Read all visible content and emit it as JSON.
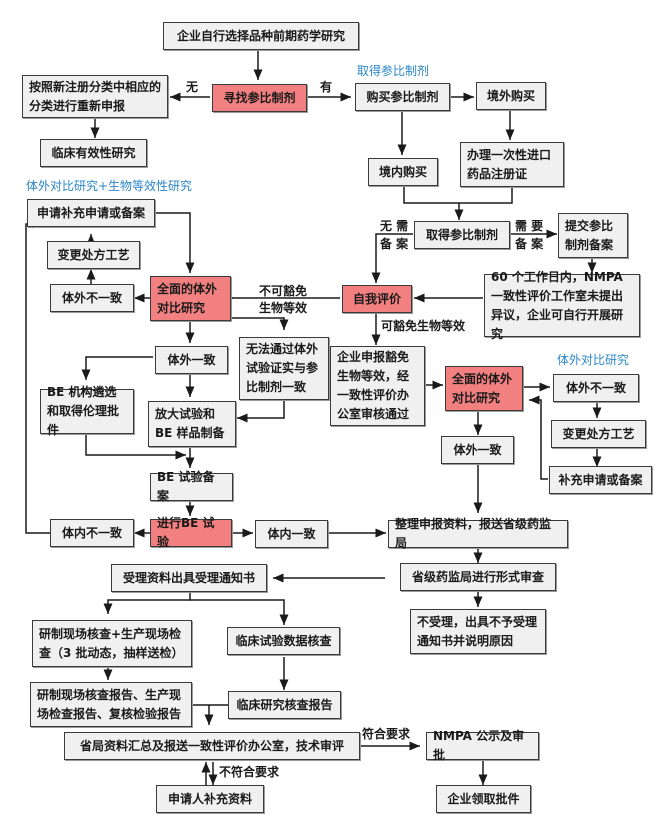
{
  "headings": {
    "get_reference": "取得参比制剂",
    "invitro_be": "体外对比研究+生物等效性研究",
    "invitro_only": "体外对比研究"
  },
  "nodes": {
    "start": "企业自行选择品种前期药学研究",
    "find_ref": "寻找参比制剂",
    "reapply": "按照新注册分类中相应的分类进行重新申报",
    "clinical_eff": "临床有效性研究",
    "buy_ref": "购买参比制剂",
    "buy_abroad": "境外购买",
    "buy_domestic": "境内购买",
    "import_reg": "办理一次性进口药品注册证",
    "obtained_ref": "取得参比制剂",
    "submit_filing": "提交参比制剂备案",
    "nmpa_60": "60 个工作日内，NMPA 一致性评价工作室未提出异议，企业可自行开展研究",
    "self_eval": "自我评价",
    "waiver_approved": "企业申报豁免生物等效，经一致性评价办公室审核通过",
    "full_invitro_right": "全面的体外对比研究",
    "r_inconsistent": "体外不一致",
    "r_change_process": "变更处方工艺",
    "r_supplement": "补充申请或备案",
    "r_consistent": "体外一致",
    "l_supplement": "申请补充申请或备案",
    "l_change_process": "变更处方工艺",
    "l_inconsistent": "体外不一致",
    "full_invitro_left": "全面的体外对比研究",
    "cannot_verify": "无法通过体外试验证实与参比制剂一致",
    "l_consistent": "体外一致",
    "be_select": "BE 机构遴选和取得伦理批件",
    "scale_up": "放大试验和 BE 样品制备",
    "be_filing": "BE 试验备案",
    "conduct_be": "进行BE 试验",
    "invivo_inconsistent": "体内不一致",
    "invivo_consistent": "体内一致",
    "compile": "整理申报资料，报送省级药监局",
    "formal_review": "省级药监局进行形式审查",
    "accept": "受理资料出具受理通知书",
    "reject": "不受理，出具不予受理通知书并说明原因",
    "site_inspection": "研制现场核查+生产现场检查（3 批动态，抽样送检）",
    "clinical_data_check": "临床试验数据核查",
    "site_reports": "研制现场核查报告、生产现场检查报告、复核检验报告",
    "clinical_report": "临床研究核查报告",
    "summary_review": "省局资料汇总及报送一致性评价办公室，技术审评",
    "applicant_supplement": "申请人补充资料",
    "nmpa_approval": "NMPA 公示及审批",
    "get_approval": "企业领取批件"
  },
  "edge_labels": {
    "none": "无",
    "has": "有",
    "no_filing_1": "无 需",
    "no_filing_2": "备 案",
    "need_filing_1": "需 要",
    "need_filing_2": "备 案",
    "no_waiver_1": "不可豁免",
    "no_waiver_2": "生物等效",
    "waiver": "可豁免生物等效",
    "meets": "符合要求",
    "not_meets": "不符合要求"
  },
  "colors": {
    "highlight": "#f28080",
    "box": "#f0f0f0",
    "heading": "#2a86c8"
  }
}
